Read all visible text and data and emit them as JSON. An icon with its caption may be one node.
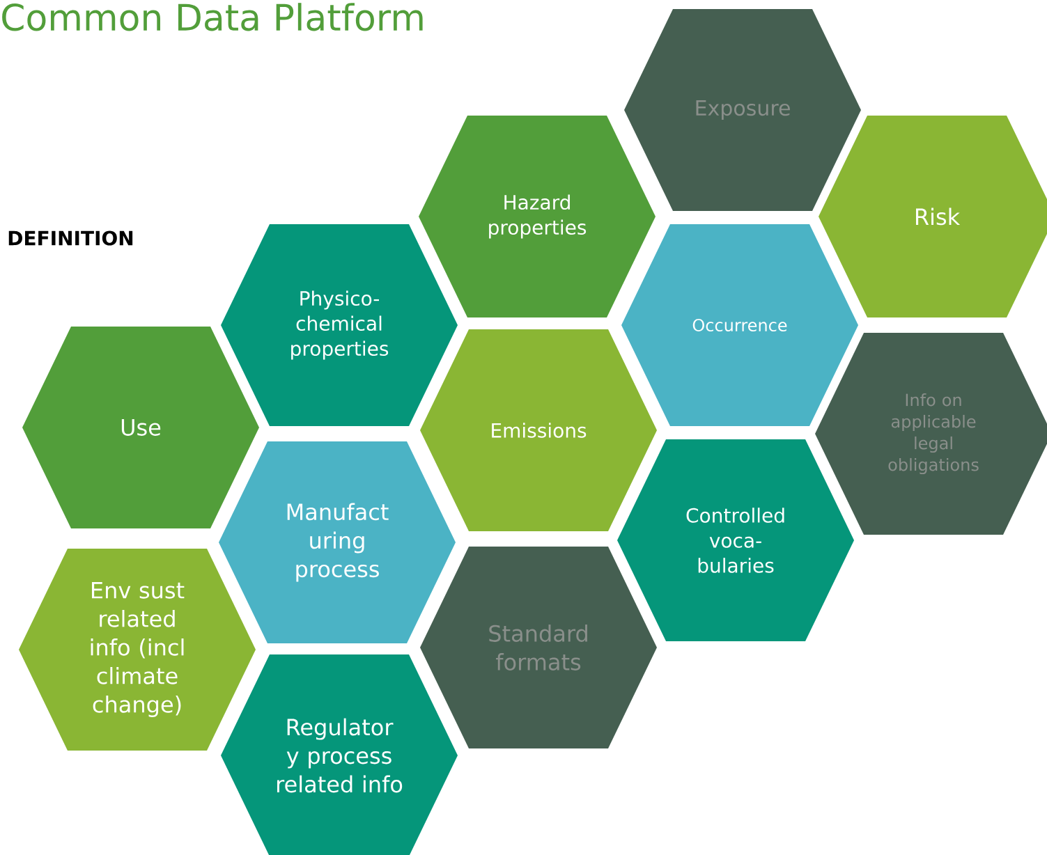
{
  "diagram": {
    "title": "Common Data Platform",
    "nodes": [
      {
        "text": [
          "Exposure"
        ]
      },
      {
        "text": [
          "Hazard properties"
        ]
      },
      {
        "text": [
          "Risk"
        ]
      },
      {
        "text": [
          "Physico- chemical properties"
        ]
      },
      {
        "text": [
          "Occurrence"
        ]
      },
      {
        "text": [
          "Use"
        ]
      },
      {
        "text": [
          "Emissions"
        ]
      },
      {
        "text": [
          "Info on applicable legal obligations"
        ]
      },
      {
        "text": [
          "Manufact uring process"
        ]
      },
      {
        "text": [
          "Controlled voca- bularies"
        ]
      },
      {
        "text": [
          "Env sust related info (incl climate change)"
        ]
      },
      {
        "text": [
          "Standard formats"
        ]
      },
      {
        "text": [
          "Regulator y process related info"
        ]
      }
    ],
    "labels": [
      "DEFINITION"
    ]
  }
}
